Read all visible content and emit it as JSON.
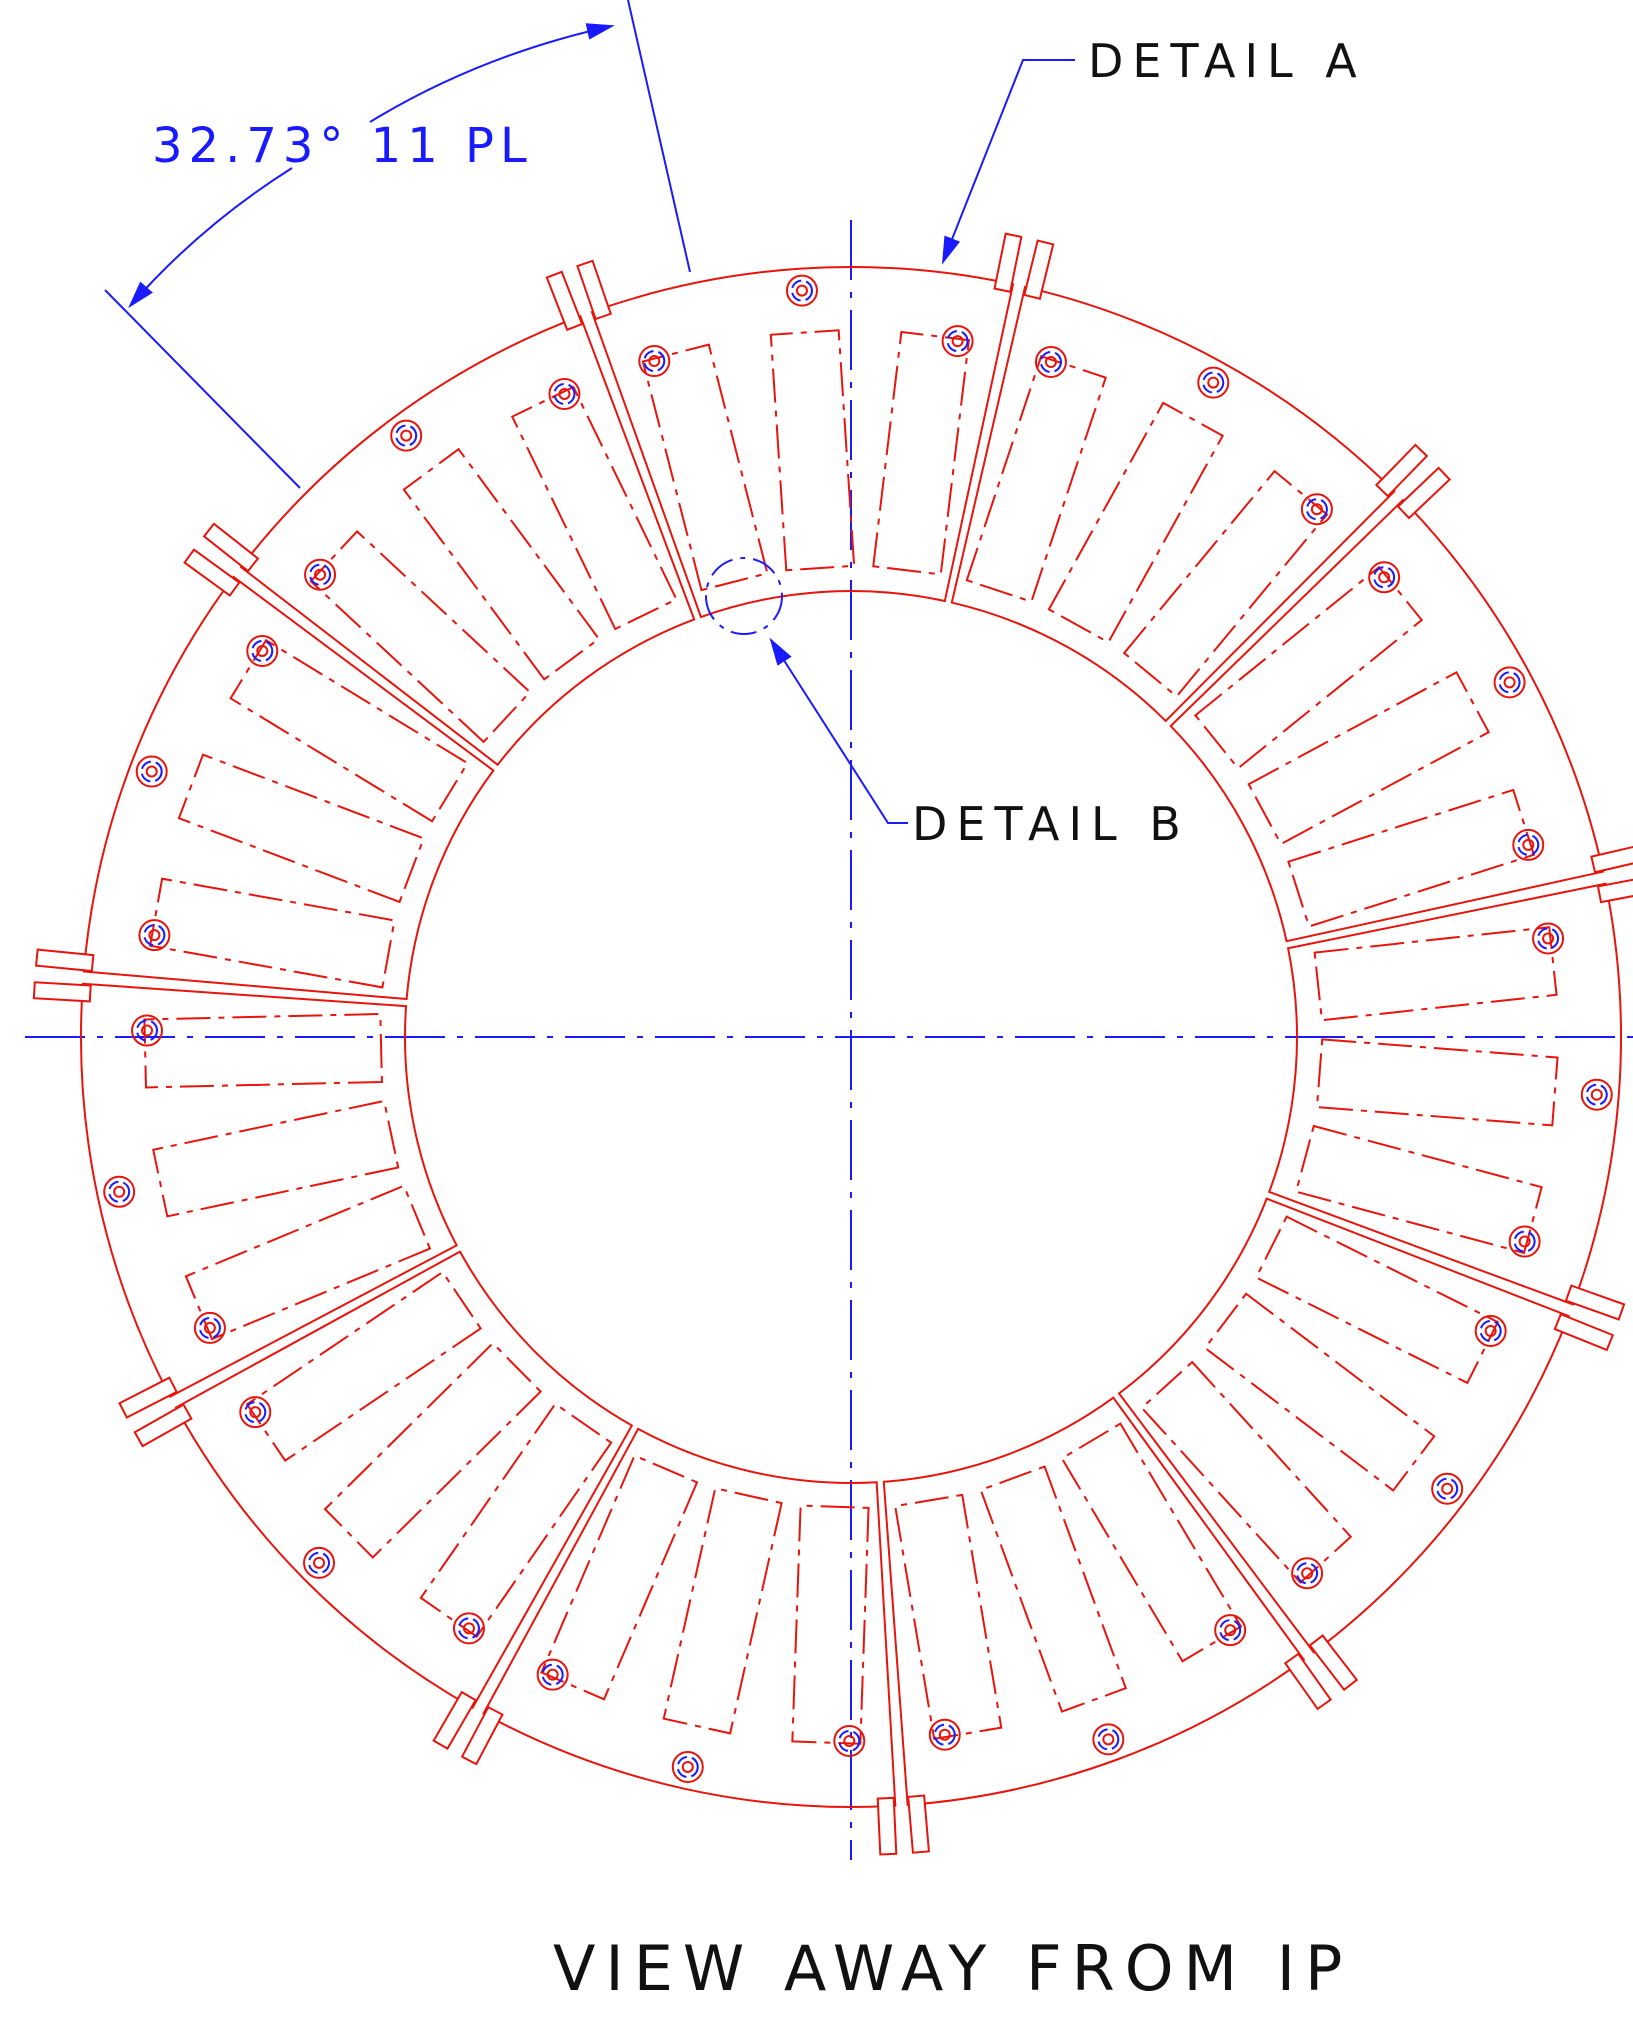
{
  "annotations": {
    "angle_dimension": "32.73° 11 PL",
    "detail_a": "DETAIL A",
    "detail_b": "DETAIL B"
  },
  "title": "VIEW AWAY FROM IP",
  "segment_count": 11,
  "colors": {
    "part_lines": "#e8140c",
    "centerlines": "#1a1aff",
    "text": "#111111",
    "background": "#ffffff"
  }
}
